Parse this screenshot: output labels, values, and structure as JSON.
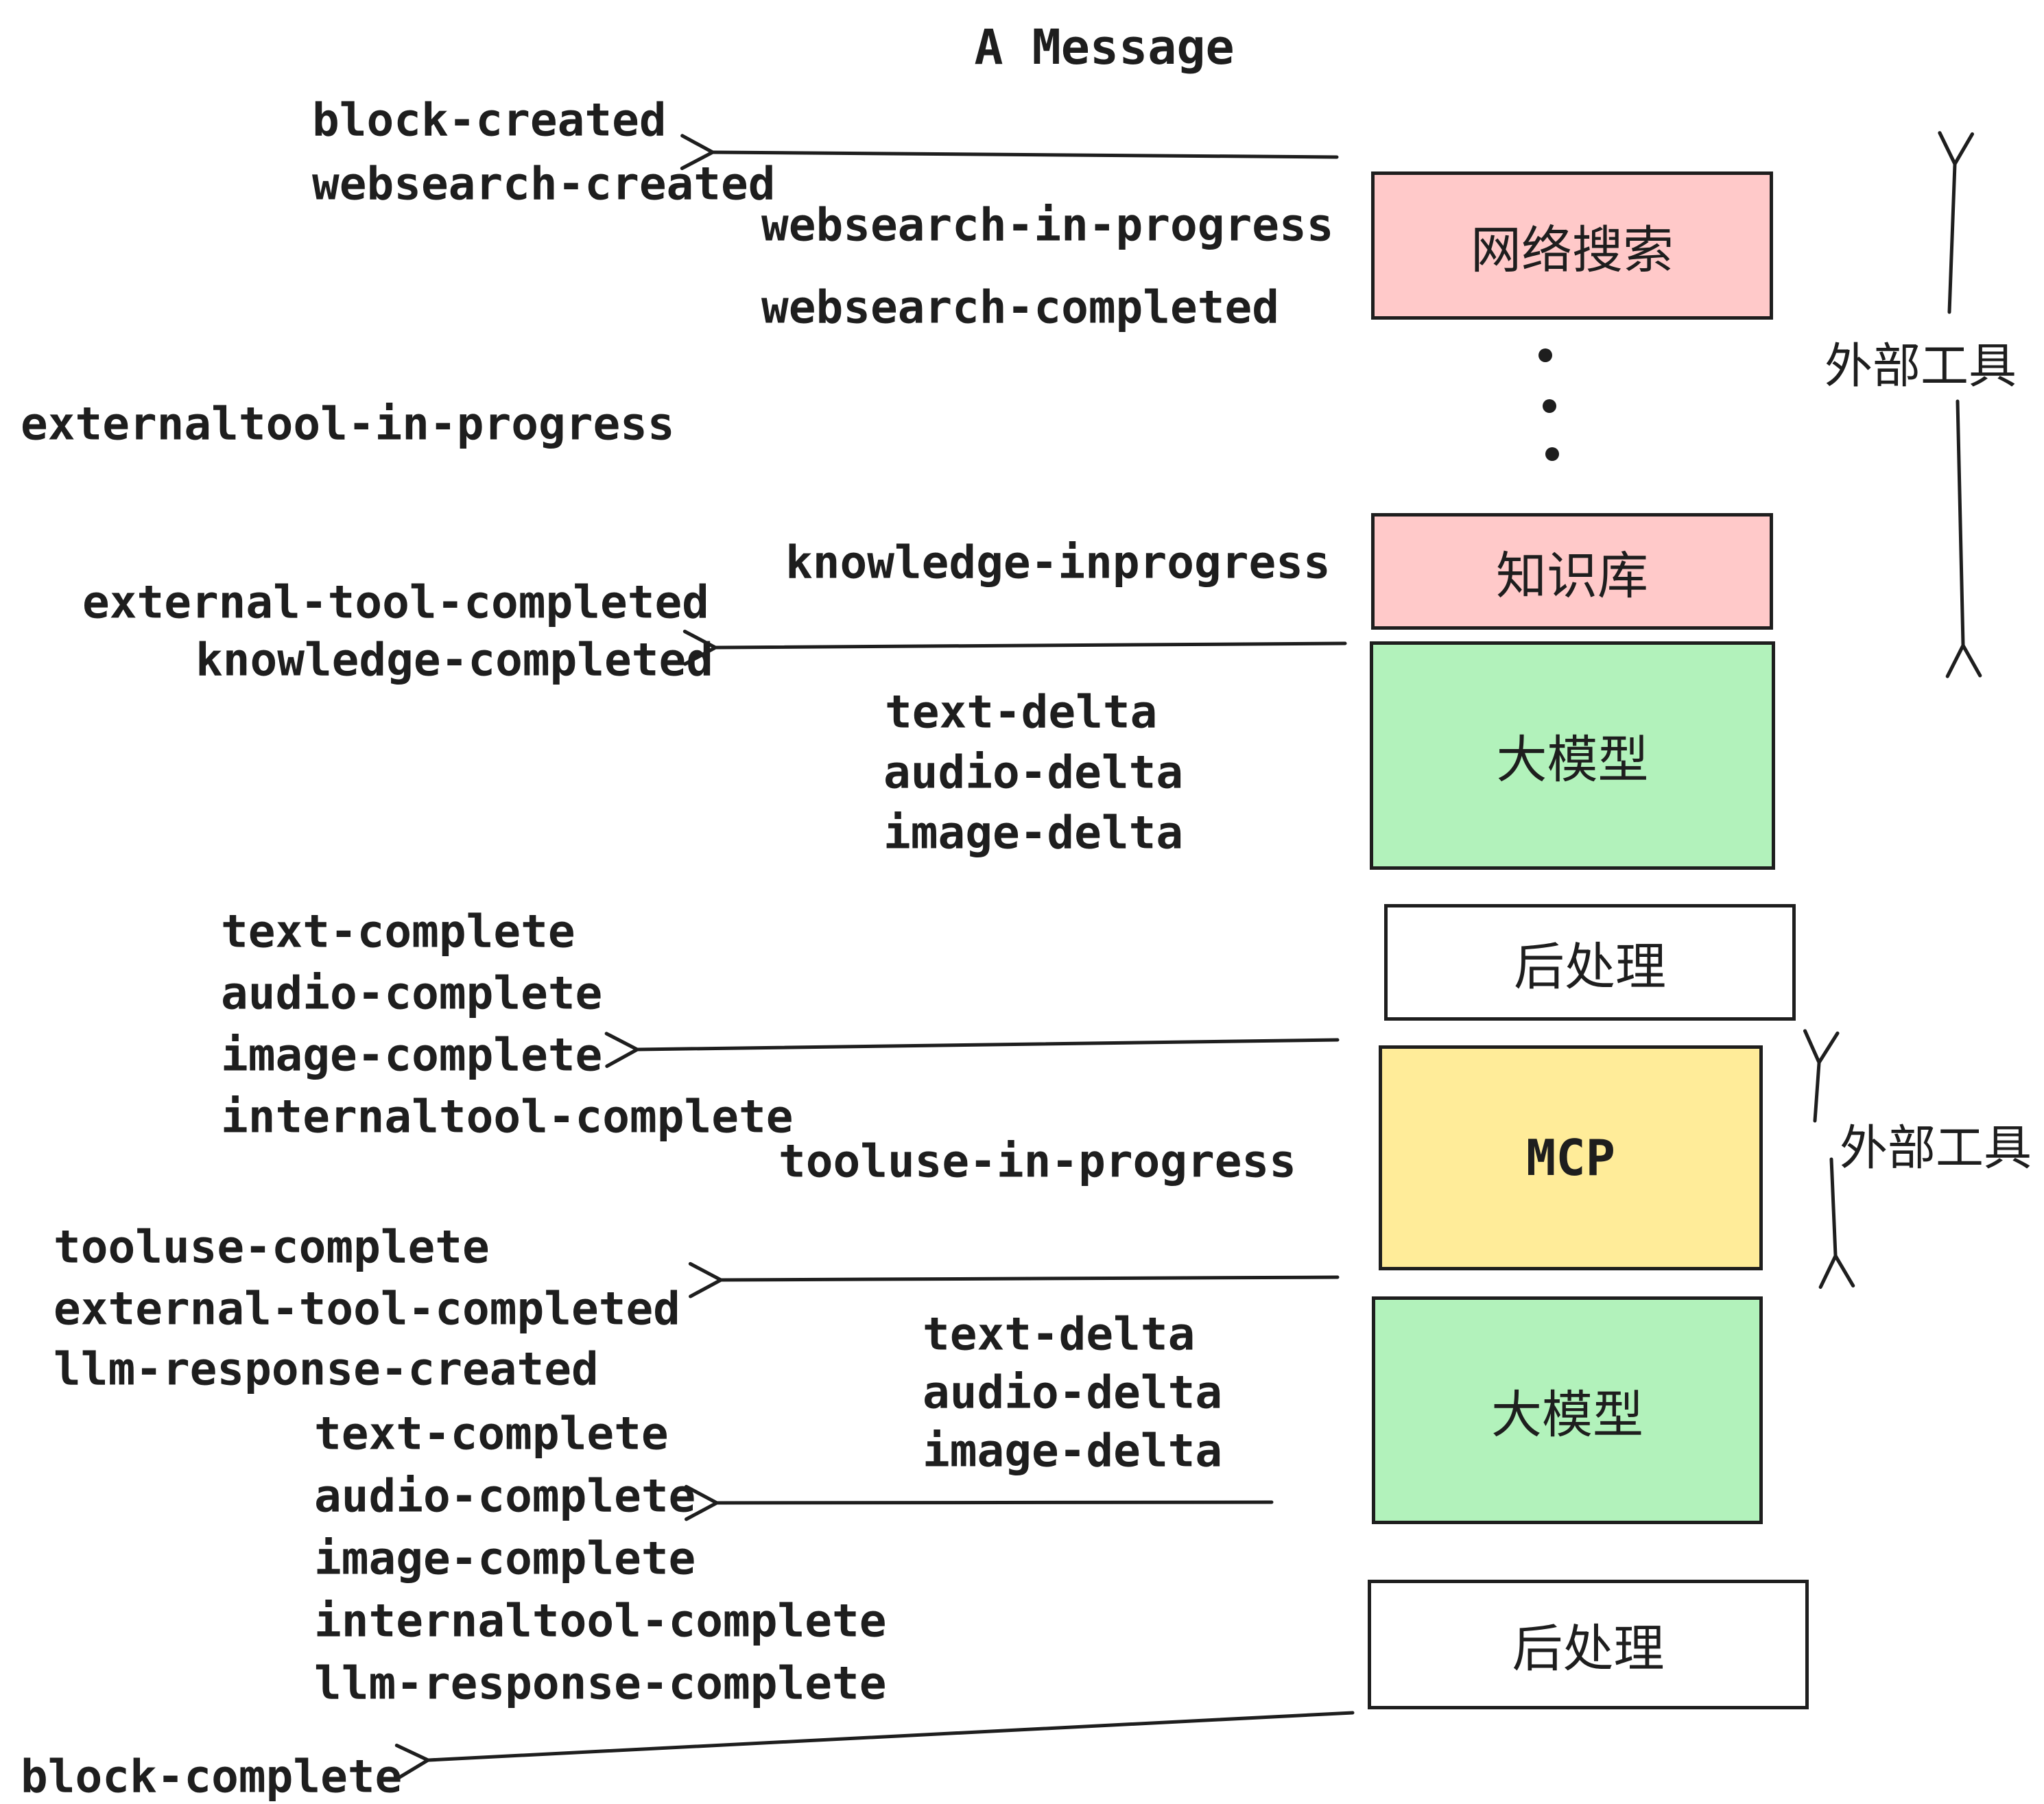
{
  "title": "A Message",
  "colors": {
    "ink": "#1e1e1e",
    "pink": "#ffc9c9",
    "green": "#b2f2bb",
    "yellow": "#ffec99",
    "white": "#ffffff"
  },
  "boxes": [
    {
      "label": "网络搜索",
      "color": "pink"
    },
    {
      "label": "知识库",
      "color": "pink"
    },
    {
      "label": "大模型",
      "color": "green"
    },
    {
      "label": "后处理",
      "color": "white"
    },
    {
      "label": "MCP",
      "color": "yellow"
    },
    {
      "label": "大模型",
      "color": "green"
    },
    {
      "label": "后处理",
      "color": "white"
    }
  ],
  "side_labels": {
    "external_tool_top": "外部工具",
    "external_tool_mcp": "外部工具"
  },
  "events": {
    "block_created": "block-created",
    "websearch_created": "websearch-created",
    "websearch_in_progress": "websearch-in-progress",
    "websearch_completed": "websearch-completed",
    "externaltool_in_progress": "externaltool-in-progress",
    "knowledge_inprogress": "knowledge-inprogress",
    "external_tool_completed_1": "external-tool-completed",
    "knowledge_completed": "knowledge-completed",
    "text_delta_1": "text-delta",
    "audio_delta_1": "audio-delta",
    "image_delta_1": "image-delta",
    "text_complete_1": "text-complete",
    "audio_complete_1": "audio-complete",
    "image_complete_1": "image-complete",
    "internaltool_complete_1": "internaltool-complete",
    "tooluse_in_progress": "tooluse-in-progress",
    "tooluse_complete": "tooluse-complete",
    "external_tool_completed_2": "external-tool-completed",
    "llm_response_created": "llm-response-created",
    "text_delta_2": "text-delta",
    "audio_delta_2": "audio-delta",
    "image_delta_2": "image-delta",
    "text_complete_2": "text-complete",
    "audio_complete_2": "audio-complete",
    "image_complete_2": "image-complete",
    "internaltool_complete_2": "internaltool-complete",
    "llm_response_complete": "llm-response-complete",
    "block_complete": "block-complete"
  }
}
